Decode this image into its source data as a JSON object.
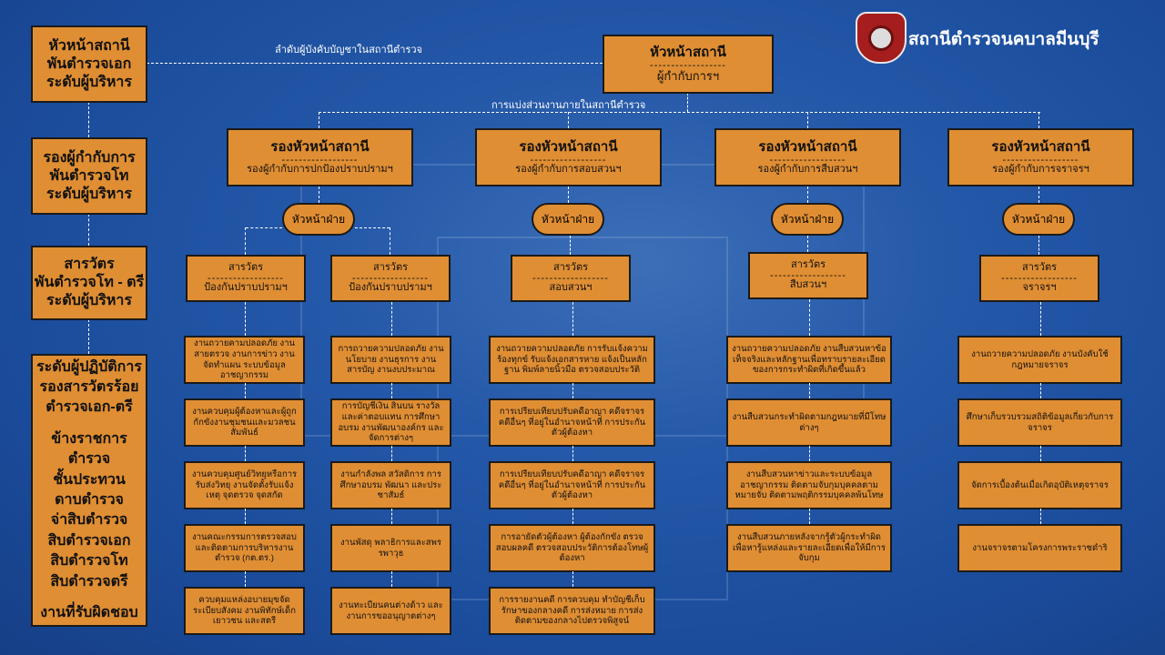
{
  "header": {
    "title": "สถานีตำรวจนคบาลมีนบุรี"
  },
  "left_column": [
    {
      "lines": [
        "หัวหน้าสถานี",
        "พันตำรวจเอก",
        "ระดับผู้บริหาร"
      ]
    },
    {
      "lines": [
        "รองผู้กำกับการ",
        "พันตำรวจโท",
        "ระดับผู้บริหาร"
      ]
    },
    {
      "lines": [
        "สารวัตร",
        "พันตำรวจโท - ตรี",
        "ระดับผู้บริหาร"
      ]
    },
    {
      "lines": [
        "ระดับผู้ปฏิบัติการ",
        "รองสารวัตรร้อย",
        "ตำรวจเอก-ตรี",
        "",
        "ข้างราชการตำรวจ",
        "ชั้นประทวน",
        "ดาบตำรวจ",
        "จ่าสิบตำรวจ",
        "สิบตำรวจเอก",
        "สิบตำรวจโท",
        "สิบตำรวจตรี",
        "",
        "งานที่รับผิดชอบ"
      ]
    }
  ],
  "labels": {
    "chain": "ลำดับผู้บังคับบัญชาในสถานีตำรวจ",
    "division": "การแบ่งส่วนงานภายในสถานีตำรวจ"
  },
  "head": {
    "title": "หัวหน้าสถานี",
    "dash": "------------------",
    "subtitle": "ผู้กำกับการฯ"
  },
  "divisions": [
    {
      "title": "รองหัวหน้าสถานี",
      "dash": "------------------",
      "subtitle": "รองผู้กำกับการปกป้องปราบปรามฯ",
      "chief": "หัวหน้าฝ่าย",
      "units": [
        {
          "title": "สารวัตร",
          "dash": "------------------",
          "subtitle": "ป้องกันปราบปรามฯ",
          "tasks": [
            "งานถวายคามปลอดภัย งานสายตรวจ งานการข่าว งานจัดทำแผน ระบบข้อมูลอาชญากรรม",
            "งานควบคุมผู้ต้องหาและผู้ถูกกักขังงานชุมชนและมวลชนสัมพันธ์",
            "งานควบคุมศูนย์วิทยุหรือการรับส่งวิทยุ งานจัดตั้งรับแจ้งเหตุ จุดตรวจ จุดสกัด",
            "งานคณะกรรมการตรวจสอบและติดตามการบริหารงานตำรวจ (กต.ตร.)",
            "ควบคุมแหล่งอบายมุขจัดระเบียบสังคม งานพิทักษ์เด็ก เยาวชน และสตรี"
          ]
        },
        {
          "title": "สารวัตร",
          "dash": "------------------",
          "subtitle": "ป้องกันปราบปรามฯ",
          "tasks": [
            "การถวายความปลอดภัย งานนโยบาย งานธุรการ งานสารบัญ งานงบประมาณ",
            "การบัญชีเงิน สินบน รางวัล และค่าตอบแทน การศึกษาอบรม งานพัฒนาองค์กร และจัดการต่างๆ",
            "งานกำลังพล สวัสดิการ การศึกษาอบรม พัฒนา และประชาสัมธ์",
            "งานพัสดุ พลาธิการและสพรรพาวุธ",
            "งานทะเบียนคนต่างด้าว และงานการขออนุญาตต่างๆ"
          ]
        }
      ]
    },
    {
      "title": "รองหัวหน้าสถานี",
      "dash": "------------------",
      "subtitle": "รองผู้กำกับการสอบสวนฯ",
      "chief": "หัวหน้าฝ่าย",
      "units": [
        {
          "title": "สารวัตร",
          "dash": "------------------",
          "subtitle": "สอบสวนฯ",
          "tasks": [
            "งานถวายความปลอดภัย การรับแจ้งความร้องทุกข์ รับแจ้งเอกสารหาย แจ้งเป็นหลักฐาน พิมพ์ลายนิ้วมือ ตรวจสอบประวัติ",
            "การเปรียบเทียบปรับคดีอาญา คดีจราจร คดีอื่นๆ ที่อยู่ในอำนาจหน้าที่ การประกันตัวผู้ต้องหา",
            "การเปรียบเทียบปรับคดีอาญา คดีจราจร คดีอื่นๆ ที่อยู่ในอำนาจหน้าที่ การประกันตัวผู้ต้องหา",
            "การอายัดตัวผู้ต้องหา ผู้ต้องกักขัง ตรวจสอบผลคดี ตรวจสอบประวัติการต้องโทษผู้ต้องหา",
            "การรายงานคดี การควบคุม ทำบัญชีเก็บรักษาของกลางคดี การส่งหมาย การส่งติดตามของกลางไปตรวจพิสูจน์"
          ]
        }
      ]
    },
    {
      "title": "รองหัวหน้าสถานี",
      "dash": "------------------",
      "subtitle": "รองผู้กำกับการสืบสวนฯ",
      "chief": "หัวหน้าฝ่าย",
      "units": [
        {
          "title": "สารวัตร",
          "dash": "------------------",
          "subtitle": "สืบสวนฯ",
          "tasks": [
            "งานถวายความปลอดภัย งานสืบสวนหาข้อเท็จจริงและหลักฐานเพื่อทราบรายละเอียดของการกระทำผิดที่เกิดขึ้นแล้ว",
            "งานสืบสวนกระทำผิดตามกฎหมายที่มีโทษต่างๆ",
            "งานสืบสวนหาข่าวและระบบข้อมูลอาชญากรรม ติดตามจับกุมบุคคลตามหมายจับ ติดตามพฤติกรรมบุคคลพ้นโทษ",
            "งานสืบสวนภายหลังจากรู้ตัวผู้กระทำผิดเพื่อหารู้แหล่งและรายละเอียดเพื่อให้มีการจับกุม"
          ]
        }
      ]
    },
    {
      "title": "รองหัวหน้าสถานี",
      "dash": "------------------",
      "subtitle": "รองผู้กำกับการจราจรฯ",
      "chief": "หัวหน้าฝ่าย",
      "units": [
        {
          "title": "สารวัตร",
          "dash": "------------------",
          "subtitle": "จราจรฯ",
          "tasks": [
            "งานถวายความปลอดภัย งานบังคับใช้กฎหมายจราจร",
            "ศึกษาเก็บรวบรวมสถิติข้อมูลเกี่ยวกับการจราจร",
            "จัดการเบื้องต้นเมื่อเกิดอุบัติเหตุจราจร",
            "งานจราจรตามโครงการพระราชดำริ"
          ]
        }
      ]
    }
  ],
  "colors": {
    "box": "#e08e33",
    "background": "#1b4c9c"
  }
}
